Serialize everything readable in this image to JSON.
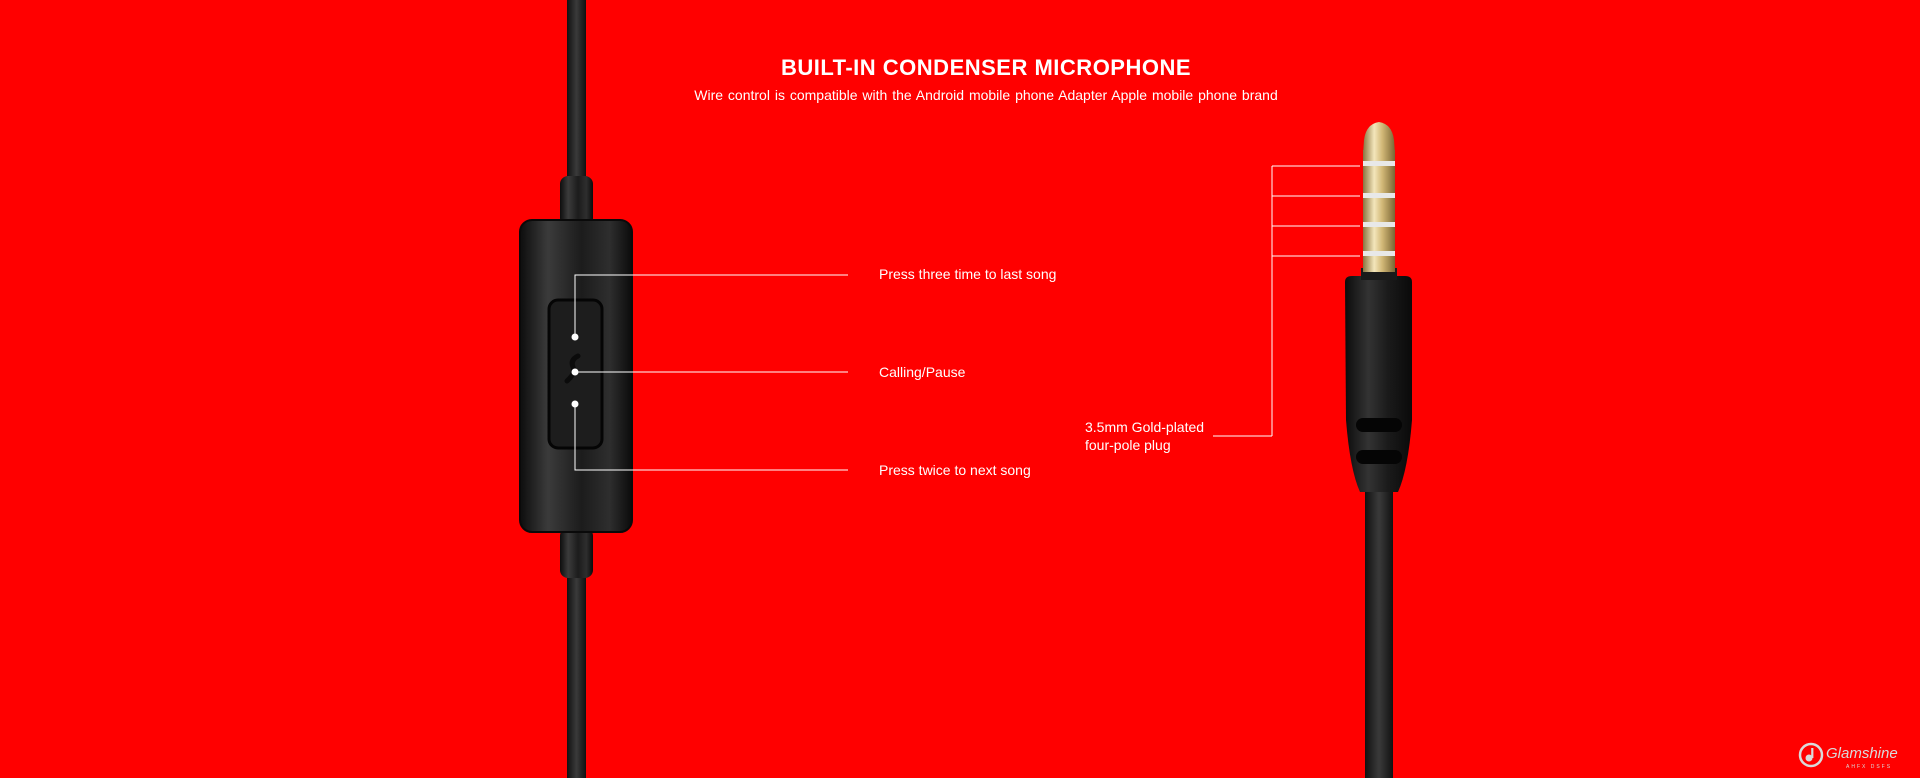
{
  "heading": {
    "title": "BUILT-IN CONDENSER MICROPHONE",
    "subtitle": "Wire control is compatible with the Android mobile phone   Adapter Apple mobile phone brand"
  },
  "controls": {
    "last_song": "Press three time to last song",
    "calling_pause": "Calling/Pause",
    "next_song": "Press twice to next song"
  },
  "plug": {
    "line1": "3.5mm Gold-plated",
    "line2": "four-pole plug"
  },
  "brand": {
    "name": "Glamshine",
    "tagline": "AHFX DSFS"
  },
  "colors": {
    "background": "#ff0000",
    "text": "#ffffff",
    "cable": "#1a1a1a",
    "gold": "#d8c48a"
  }
}
